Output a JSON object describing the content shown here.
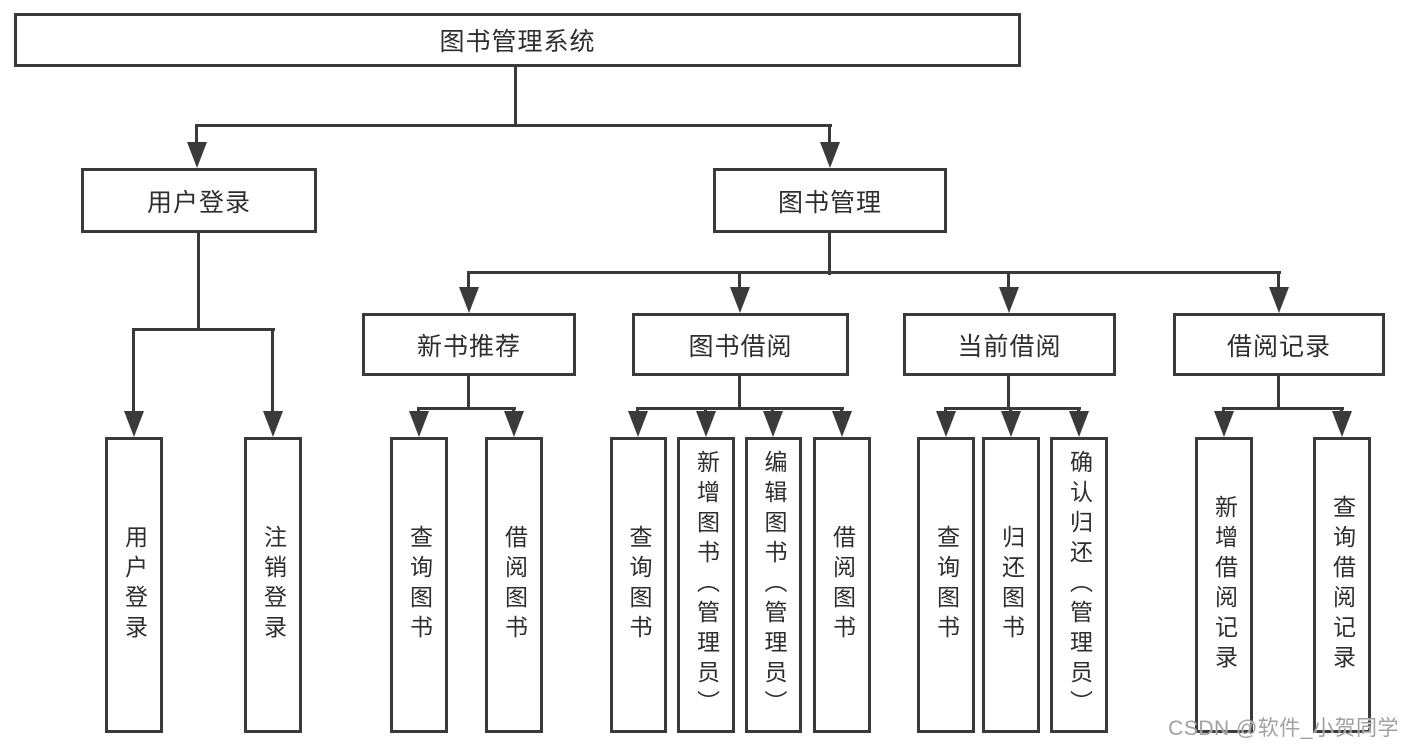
{
  "diagram": {
    "title": "图书管理系统",
    "root": {
      "label": "图书管理系统"
    },
    "level2": [
      {
        "label": "用户登录",
        "children": [
          {
            "label": "用户登录"
          },
          {
            "label": "注销登录"
          }
        ]
      },
      {
        "label": "图书管理",
        "children": [
          {
            "label": "新书推荐",
            "children": [
              {
                "label": "查询图书"
              },
              {
                "label": "借阅图书"
              }
            ]
          },
          {
            "label": "图书借阅",
            "children": [
              {
                "label": "查询图书"
              },
              {
                "label": "新增图书（管理员）"
              },
              {
                "label": "编辑图书（管理员）"
              },
              {
                "label": "借阅图书"
              }
            ]
          },
          {
            "label": "当前借阅",
            "children": [
              {
                "label": "查询图书"
              },
              {
                "label": "归还图书"
              },
              {
                "label": "确认归还（管理员）"
              }
            ]
          },
          {
            "label": "借阅记录",
            "children": [
              {
                "label": "新增借阅记录"
              },
              {
                "label": "查询借阅记录"
              }
            ]
          }
        ]
      }
    ]
  },
  "watermark": {
    "text": "CSDN @软件_小贺同学"
  },
  "colors": {
    "line": "#3a3a3a",
    "text": "#2e2e2e",
    "watermark": "#a0a0a0",
    "background": "#ffffff"
  }
}
